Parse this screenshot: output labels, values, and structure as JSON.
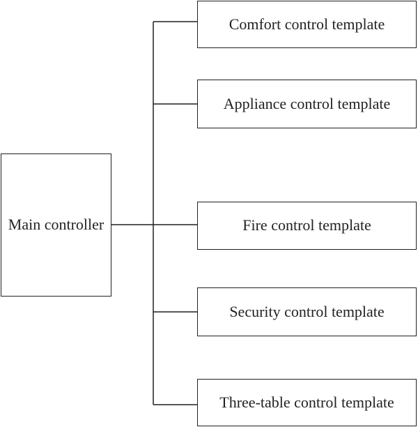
{
  "main_node": {
    "label": "Main controller"
  },
  "templates": [
    {
      "label": "Comfort control template"
    },
    {
      "label": "Appliance control template"
    },
    {
      "label": "Fire control template"
    },
    {
      "label": "Security control template"
    },
    {
      "label": "Three-table control template"
    }
  ],
  "colors": {
    "line": "#231f20",
    "text": "#231f20",
    "background": "#ffffff"
  }
}
